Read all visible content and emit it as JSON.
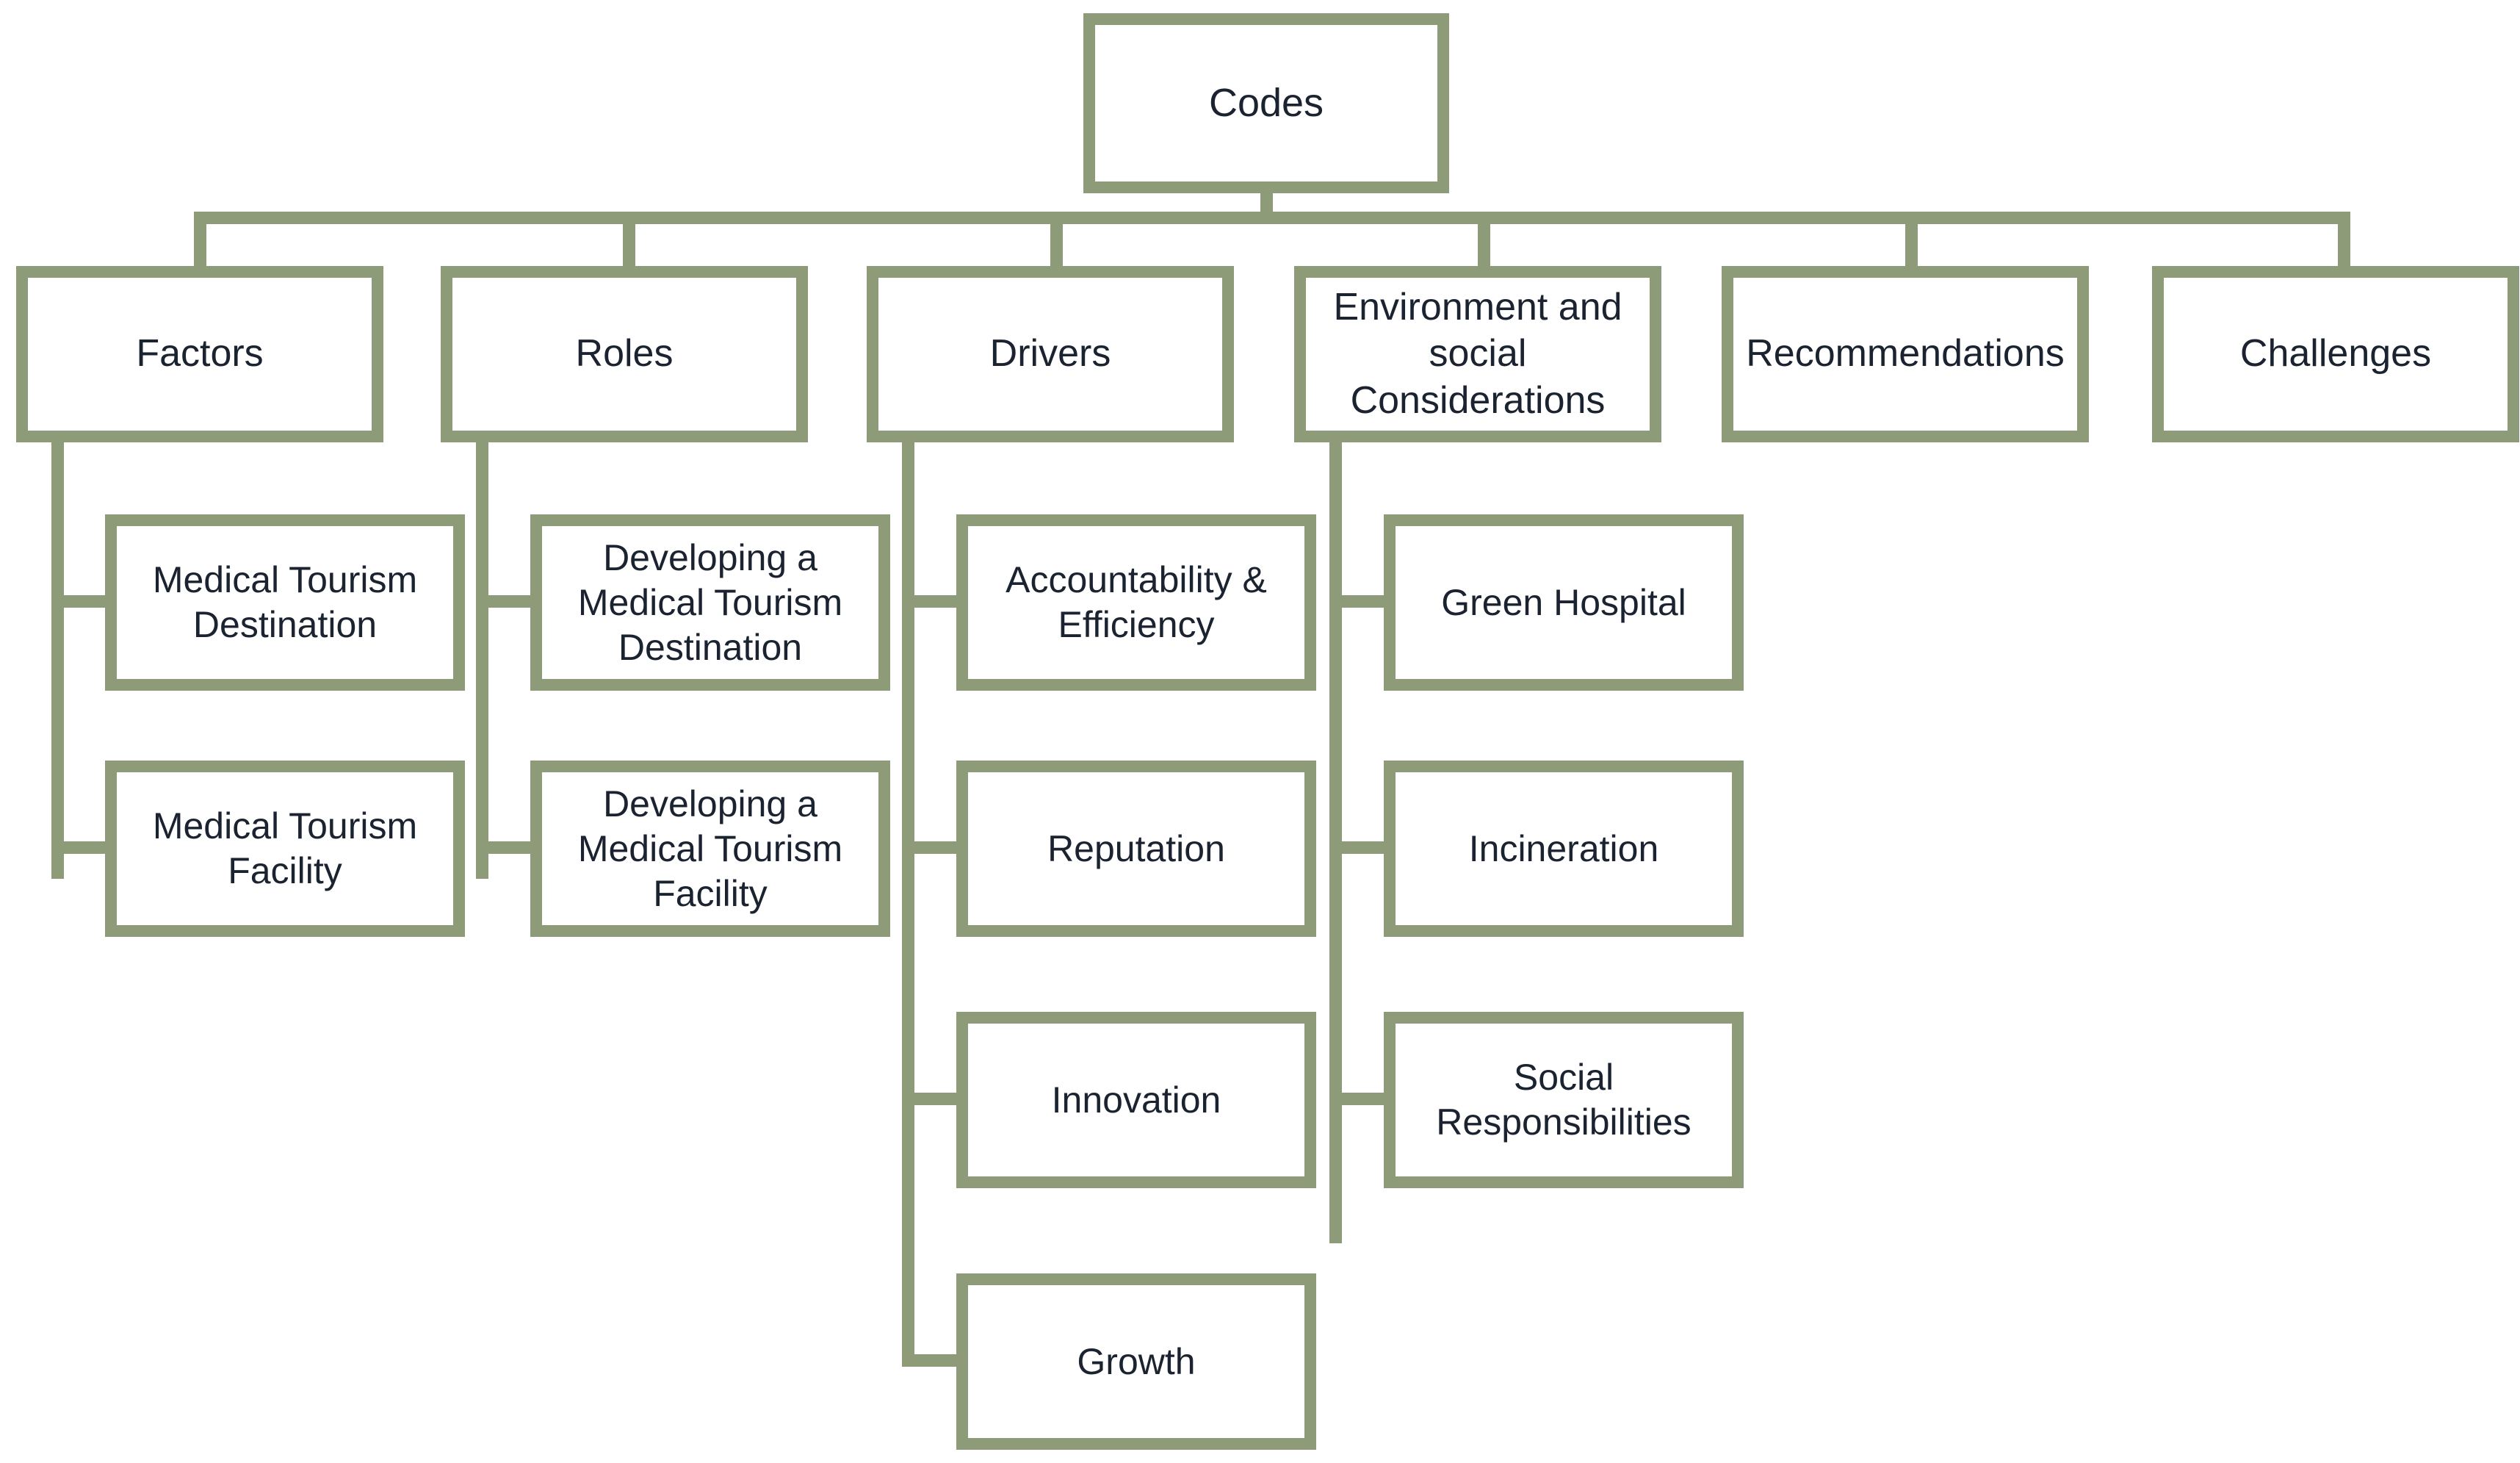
{
  "diagram": {
    "title": "Codes",
    "root": {
      "label": "Codes"
    },
    "branches": [
      {
        "label": "Factors",
        "children": [
          {
            "label": "Medical Tourism\nDestination"
          },
          {
            "label": "Medical Tourism\nFacility"
          }
        ]
      },
      {
        "label": "Roles",
        "children": [
          {
            "label": "Developing a\nMedical Tourism\nDestination"
          },
          {
            "label": "Developing a\nMedical Tourism\nFacility"
          }
        ]
      },
      {
        "label": "Drivers",
        "children": [
          {
            "label": "Accountability &\nEfficiency"
          },
          {
            "label": "Reputation"
          },
          {
            "label": "Innovation"
          },
          {
            "label": "Growth"
          }
        ]
      },
      {
        "label": "Environment  and\nsocial\nConsiderations",
        "children": [
          {
            "label": "Green Hospital"
          },
          {
            "label": "Incineration"
          },
          {
            "label": "Social\nResponsibilities"
          }
        ]
      },
      {
        "label": "Recommendations",
        "children": []
      },
      {
        "label": "Challenges",
        "children": []
      }
    ]
  },
  "colors": {
    "connector": "#8d9b78",
    "box_border": "#8d9b78",
    "box_fill": "#ffffff",
    "text": "#1b2330",
    "background": "#ffffff"
  }
}
